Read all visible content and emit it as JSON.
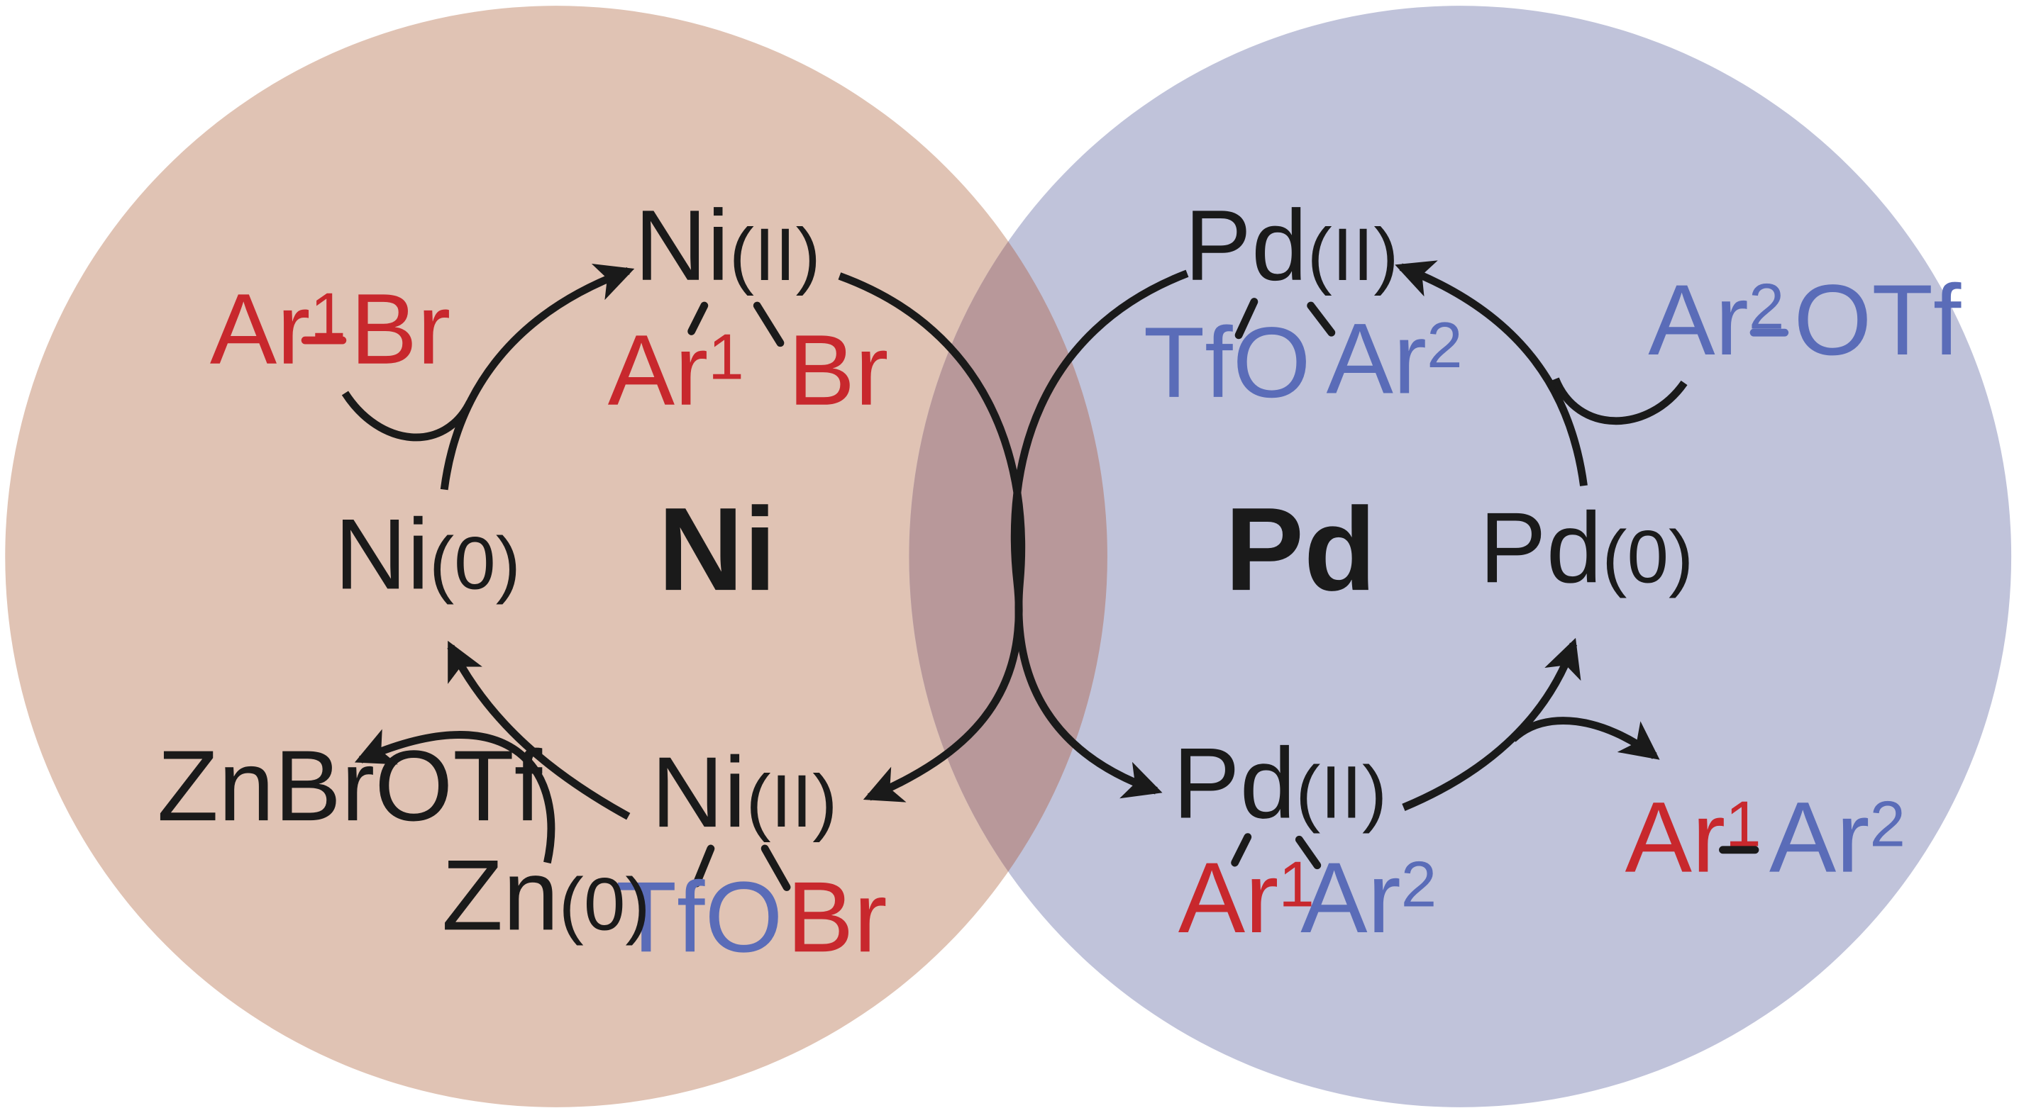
{
  "colors": {
    "ni_circle": "#e0c3b4",
    "pd_circle": "#c0c3da",
    "overlap": "#b8989a",
    "text": "#1a1a1a",
    "red": "#c8282d",
    "blue": "#5a6cb8"
  },
  "ni_cycle": {
    "center_label": "Ni",
    "top": {
      "metal": "Ni",
      "ox": "II",
      "ligand_left": "Ar",
      "ligand_left_sup": "1",
      "ligand_right": "Br"
    },
    "left": {
      "metal": "Ni",
      "ox": "0"
    },
    "bottom": {
      "metal": "Ni",
      "ox": "II",
      "ligand_left": "TfO",
      "ligand_right": "Br"
    },
    "reagent_in": {
      "ar": "Ar",
      "sup": "1",
      "x": "Br"
    },
    "reductant": {
      "metal": "Zn",
      "ox": "0"
    },
    "byproduct": "ZnBrOTf"
  },
  "pd_cycle": {
    "center_label": "Pd",
    "top": {
      "metal": "Pd",
      "ox": "II",
      "ligand_left": "TfO",
      "ligand_right": "Ar",
      "ligand_right_sup": "2"
    },
    "right": {
      "metal": "Pd",
      "ox": "0"
    },
    "bottom": {
      "metal": "Pd",
      "ox": "II",
      "ligand_left": "Ar",
      "ligand_left_sup": "1",
      "ligand_right": "Ar",
      "ligand_right_sup": "2"
    },
    "reagent_in": {
      "ar": "Ar",
      "sup": "2",
      "x": "OTf"
    },
    "product": {
      "ar1": "Ar",
      "sup1": "1",
      "ar2": "Ar",
      "sup2": "2"
    }
  }
}
